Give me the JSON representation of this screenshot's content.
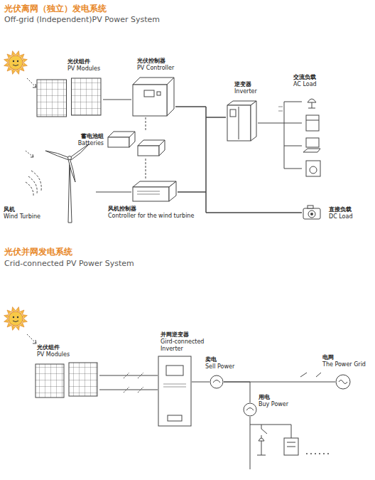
{
  "diagram": {
    "nodes": [
      {
        "text": [
          "光伏组件",
          "PV Modules"
        ]
      },
      {
        "text": [
          "光伏控制器",
          "PV Controller"
        ]
      },
      {
        "text": [
          "蓄电池组",
          "Batteries"
        ]
      },
      {
        "text": [
          "风机",
          "Wind Turbine"
        ]
      },
      {
        "text": [
          "风机控制器",
          "Controller for the wind turbine"
        ]
      },
      {
        "text": [
          "逆变器",
          "Inverter"
        ]
      },
      {
        "text": [
          "交流负载",
          "AC Load"
        ]
      },
      {
        "text": [
          "直接负载",
          "DC Load"
        ]
      },
      {
        "text": [
          "光伏组件",
          "PV Modules"
        ]
      },
      {
        "text": [
          "并网逆变器",
          "Gird-connected Inverter"
        ]
      },
      {
        "text": [
          "卖电",
          "Sell Power"
        ]
      },
      {
        "text": [
          "电网",
          "The Power Grid"
        ]
      },
      {
        "text": [
          "用电",
          "Buy Power"
        ]
      }
    ],
    "edges": [
      {
        "from": 0,
        "to": 1,
        "arrow": "none"
      },
      {
        "from": 1,
        "to": 2,
        "arrow": "none"
      },
      {
        "from": 2,
        "to": 4,
        "arrow": "none"
      },
      {
        "from": 3,
        "to": 4,
        "arrow": "none"
      },
      {
        "from": 1,
        "to": 5,
        "arrow": "none"
      },
      {
        "from": 4,
        "to": 5,
        "arrow": "none"
      },
      {
        "from": 1,
        "to": 7,
        "arrow": "none"
      },
      {
        "from": 4,
        "to": 7,
        "arrow": "none"
      },
      {
        "from": 5,
        "to": 6,
        "arrow": "none"
      },
      {
        "from": 8,
        "to": 9,
        "arrow": "none"
      },
      {
        "from": 9,
        "to": 10,
        "arrow": "none"
      },
      {
        "from": 10,
        "to": 11,
        "arrow": "none"
      },
      {
        "from": 10,
        "to": 12,
        "arrow": "none"
      }
    ],
    "labels": [
      "光伏离网（独立）发电系统",
      "Off-grid (Independent)PV Power System",
      "光伏并网发电系统",
      "Crid-connected PV Power System"
    ]
  }
}
